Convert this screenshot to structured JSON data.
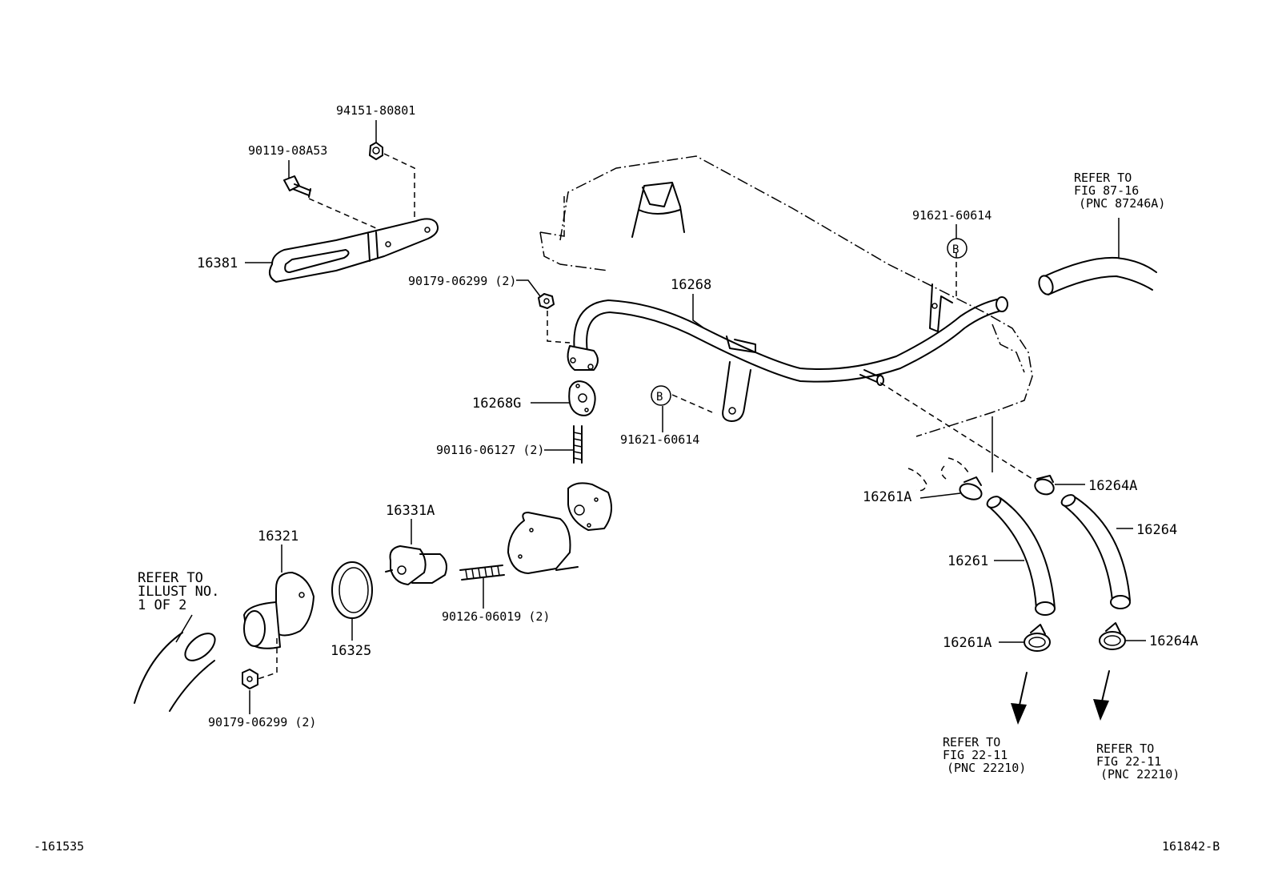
{
  "labels": {
    "p94151": "94151-80801",
    "p90119": "90119-08A53",
    "p16381": "16381",
    "p90179a": "90179-06299 (2)",
    "p16268": "16268",
    "p16268g": "16268G",
    "p90116": "90116-06127 (2)",
    "p91621a": "91621-60614",
    "p91621b": "91621-60614",
    "p16331a": "16331A",
    "p16321": "16321",
    "p16325": "16325",
    "p90126": "90126-06019 (2)",
    "p90179b": "90179-06299 (2)",
    "p16261a_top": "16261A",
    "p16264a_top": "16264A",
    "p16264": "16264",
    "p16261": "16261",
    "p16261a_bot": "16261A",
    "p16264a_bot": "16264A",
    "marker_b1": "B",
    "marker_b2": "B"
  },
  "refs": {
    "fig87": [
      "REFER TO",
      "FIG 87-16",
      "(PNC 87246A)"
    ],
    "illust": [
      "REFER TO",
      "ILLUST NO.",
      "1 OF 2"
    ],
    "fig22a": [
      "REFER TO",
      "FIG 22-11",
      "(PNC 22210)"
    ],
    "fig22b": [
      "REFER TO",
      "FIG 22-11",
      "(PNC 22210)"
    ]
  },
  "footer": {
    "left": "-161535",
    "right": "161842-B"
  }
}
